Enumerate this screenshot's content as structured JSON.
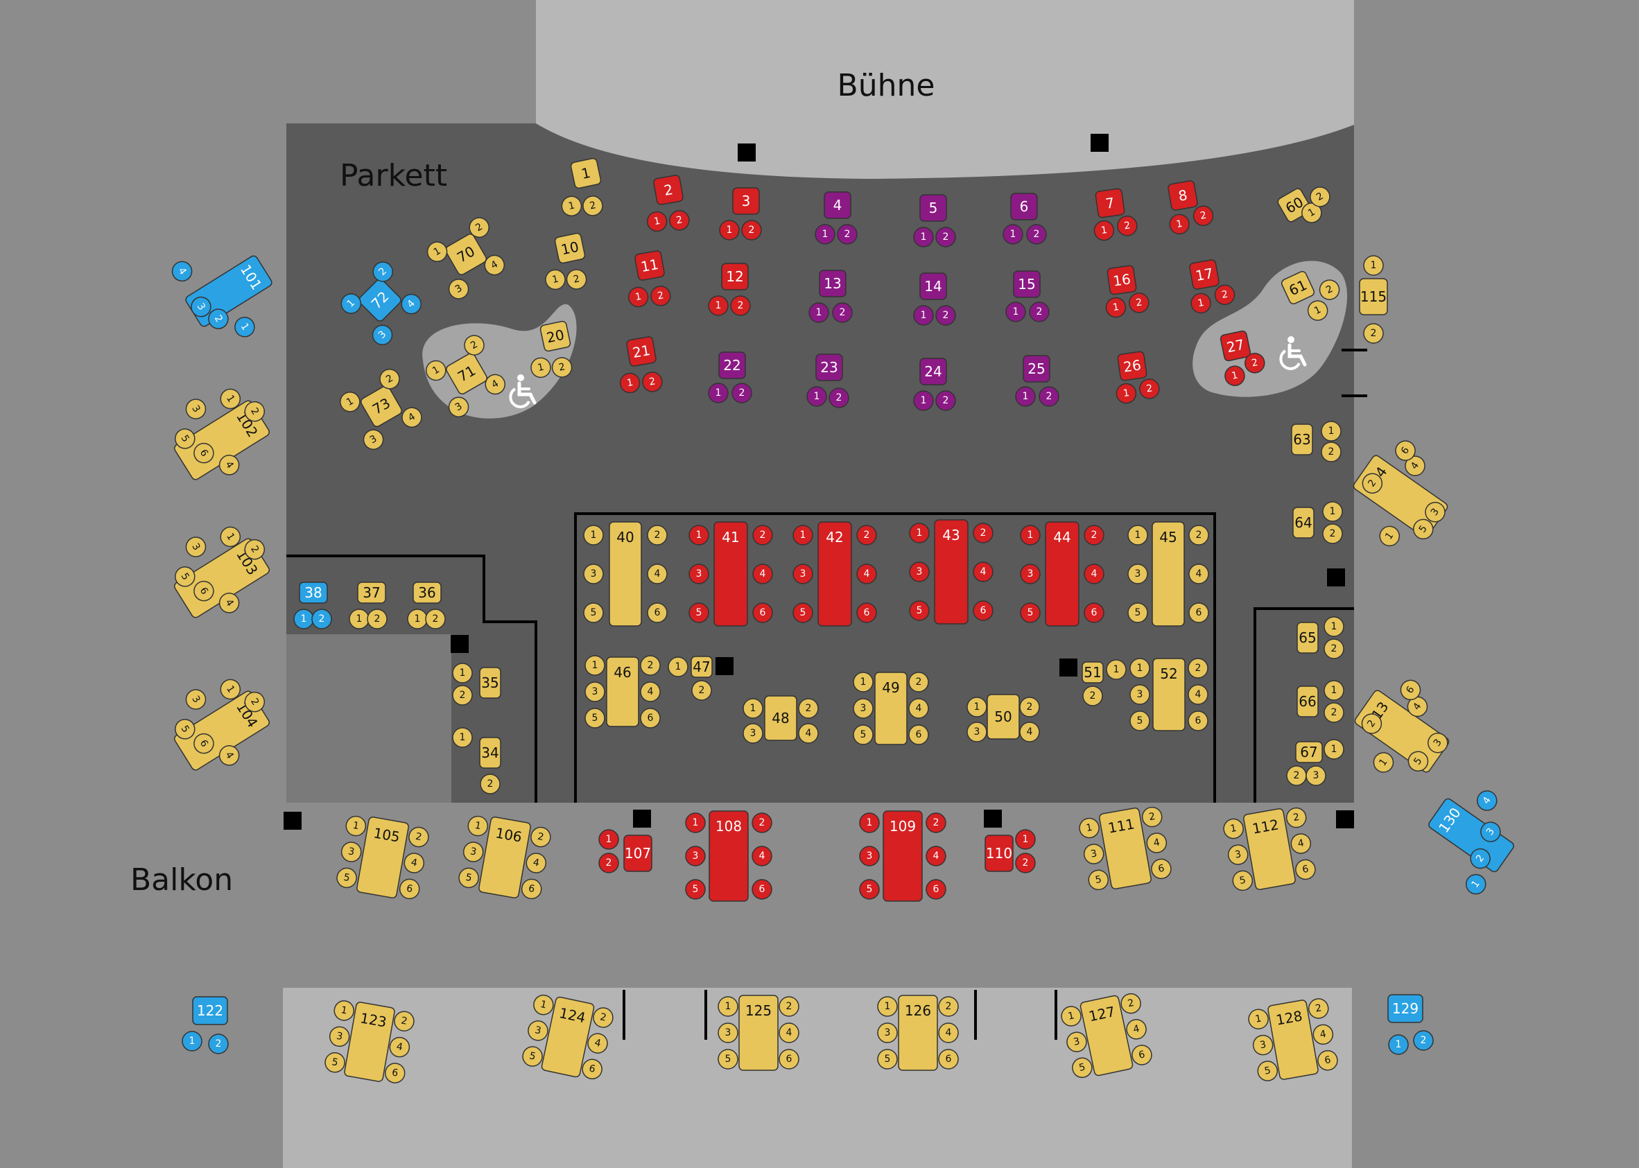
{
  "labels": {
    "stage": "Bühne",
    "parkett": "Parkett",
    "balkon": "Balkon"
  },
  "colors": {
    "background": "#8c8c8c",
    "parkett_floor": "#5a5a5a",
    "stage_area": "#b7b7b7",
    "balkon_lower": "#b4b4b4",
    "wheelchair_zone": "#a5a5a5",
    "yellow": "#e7c55a",
    "red": "#d62022",
    "purple": "#8c1a85",
    "blue": "#2aa2e3"
  },
  "icons": {
    "wheelchair": "wheelchair-icon",
    "pillar": "pillar-square"
  },
  "legend_note": "",
  "tables": [
    {
      "id": "1",
      "color": "yellow",
      "seats": [
        "1",
        "2"
      ]
    },
    {
      "id": "2",
      "color": "red",
      "seats": [
        "1",
        "2"
      ]
    },
    {
      "id": "3",
      "color": "red",
      "seats": [
        "1",
        "2"
      ]
    },
    {
      "id": "4",
      "color": "purple",
      "seats": [
        "1",
        "2"
      ]
    },
    {
      "id": "5",
      "color": "purple",
      "seats": [
        "1",
        "2"
      ]
    },
    {
      "id": "6",
      "color": "purple",
      "seats": [
        "1",
        "2"
      ]
    },
    {
      "id": "7",
      "color": "red",
      "seats": [
        "1",
        "2"
      ]
    },
    {
      "id": "8",
      "color": "red",
      "seats": [
        "1",
        "2"
      ]
    },
    {
      "id": "10",
      "color": "yellow",
      "seats": [
        "1",
        "2"
      ]
    },
    {
      "id": "11",
      "color": "red",
      "seats": [
        "1",
        "2"
      ]
    },
    {
      "id": "12",
      "color": "red",
      "seats": [
        "1",
        "2"
      ]
    },
    {
      "id": "13",
      "color": "purple",
      "seats": [
        "1",
        "2"
      ]
    },
    {
      "id": "14",
      "color": "purple",
      "seats": [
        "1",
        "2"
      ]
    },
    {
      "id": "15",
      "color": "purple",
      "seats": [
        "1",
        "2"
      ]
    },
    {
      "id": "16",
      "color": "red",
      "seats": [
        "1",
        "2"
      ]
    },
    {
      "id": "17",
      "color": "red",
      "seats": [
        "1",
        "2"
      ]
    },
    {
      "id": "20",
      "color": "yellow",
      "seats": [
        "1",
        "2"
      ]
    },
    {
      "id": "21",
      "color": "red",
      "seats": [
        "1",
        "2"
      ]
    },
    {
      "id": "22",
      "color": "purple",
      "seats": [
        "1",
        "2"
      ]
    },
    {
      "id": "23",
      "color": "purple",
      "seats": [
        "1",
        "2"
      ]
    },
    {
      "id": "24",
      "color": "purple",
      "seats": [
        "1",
        "2"
      ]
    },
    {
      "id": "25",
      "color": "purple",
      "seats": [
        "1",
        "2"
      ]
    },
    {
      "id": "26",
      "color": "red",
      "seats": [
        "1",
        "2"
      ]
    },
    {
      "id": "27",
      "color": "red",
      "seats": [
        "1",
        "2"
      ]
    },
    {
      "id": "34",
      "color": "yellow",
      "seats": [
        "1",
        "2"
      ]
    },
    {
      "id": "35",
      "color": "yellow",
      "seats": [
        "1",
        "2"
      ]
    },
    {
      "id": "36",
      "color": "yellow",
      "seats": [
        "1",
        "2"
      ]
    },
    {
      "id": "37",
      "color": "yellow",
      "seats": [
        "1",
        "2"
      ]
    },
    {
      "id": "38",
      "color": "blue",
      "seats": [
        "1",
        "2"
      ]
    },
    {
      "id": "40",
      "color": "yellow",
      "seats": [
        "1",
        "2",
        "3",
        "4",
        "5",
        "6"
      ]
    },
    {
      "id": "41",
      "color": "red",
      "seats": [
        "1",
        "2",
        "3",
        "4",
        "5",
        "6"
      ]
    },
    {
      "id": "42",
      "color": "red",
      "seats": [
        "1",
        "2",
        "3",
        "4",
        "5",
        "6"
      ]
    },
    {
      "id": "43",
      "color": "red",
      "seats": [
        "1",
        "2",
        "3",
        "4",
        "5",
        "6"
      ]
    },
    {
      "id": "44",
      "color": "red",
      "seats": [
        "1",
        "2",
        "3",
        "4",
        "5",
        "6"
      ]
    },
    {
      "id": "45",
      "color": "yellow",
      "seats": [
        "1",
        "2",
        "3",
        "4",
        "5",
        "6"
      ]
    },
    {
      "id": "46",
      "color": "yellow",
      "seats": [
        "1",
        "2",
        "3",
        "4",
        "5",
        "6"
      ]
    },
    {
      "id": "47",
      "color": "yellow",
      "seats": [
        "1",
        "2"
      ]
    },
    {
      "id": "48",
      "color": "yellow",
      "seats": [
        "1",
        "2",
        "3",
        "4"
      ]
    },
    {
      "id": "49",
      "color": "yellow",
      "seats": [
        "1",
        "2",
        "3",
        "4",
        "5",
        "6"
      ]
    },
    {
      "id": "50",
      "color": "yellow",
      "seats": [
        "1",
        "2",
        "3",
        "4"
      ]
    },
    {
      "id": "51",
      "color": "yellow",
      "seats": [
        "1",
        "2"
      ]
    },
    {
      "id": "52",
      "color": "yellow",
      "seats": [
        "1",
        "2",
        "3",
        "4",
        "5",
        "6"
      ]
    },
    {
      "id": "60",
      "color": "yellow",
      "seats": [
        "1",
        "2"
      ]
    },
    {
      "id": "61",
      "color": "yellow",
      "seats": [
        "1",
        "2"
      ]
    },
    {
      "id": "63",
      "color": "yellow",
      "seats": [
        "1",
        "2"
      ]
    },
    {
      "id": "64",
      "color": "yellow",
      "seats": [
        "1",
        "2"
      ]
    },
    {
      "id": "65",
      "color": "yellow",
      "seats": [
        "1",
        "2"
      ]
    },
    {
      "id": "66",
      "color": "yellow",
      "seats": [
        "1",
        "2"
      ]
    },
    {
      "id": "67",
      "color": "yellow",
      "seats": [
        "1",
        "2",
        "3"
      ]
    },
    {
      "id": "70",
      "color": "yellow",
      "seats": [
        "1",
        "2",
        "3",
        "4"
      ]
    },
    {
      "id": "71",
      "color": "yellow",
      "seats": [
        "1",
        "2",
        "3",
        "4"
      ]
    },
    {
      "id": "72",
      "color": "blue",
      "seats": [
        "1",
        "2",
        "3",
        "4"
      ]
    },
    {
      "id": "73",
      "color": "yellow",
      "seats": [
        "1",
        "2",
        "3",
        "4"
      ]
    },
    {
      "id": "101",
      "color": "blue",
      "seats": [
        "1",
        "2",
        "3",
        "4"
      ]
    },
    {
      "id": "102",
      "color": "yellow",
      "seats": [
        "1",
        "2",
        "3",
        "4",
        "5",
        "6"
      ]
    },
    {
      "id": "103",
      "color": "yellow",
      "seats": [
        "1",
        "2",
        "3",
        "4",
        "5",
        "6"
      ]
    },
    {
      "id": "104",
      "color": "yellow",
      "seats": [
        "1",
        "2",
        "3",
        "4",
        "5",
        "6"
      ]
    },
    {
      "id": "105",
      "color": "yellow",
      "seats": [
        "1",
        "2",
        "3",
        "4",
        "5",
        "6"
      ]
    },
    {
      "id": "106",
      "color": "yellow",
      "seats": [
        "1",
        "2",
        "3",
        "4",
        "5",
        "6"
      ]
    },
    {
      "id": "107",
      "color": "red",
      "seats": [
        "1",
        "2"
      ]
    },
    {
      "id": "108",
      "color": "red",
      "seats": [
        "1",
        "2",
        "3",
        "4",
        "5",
        "6"
      ]
    },
    {
      "id": "109",
      "color": "red",
      "seats": [
        "1",
        "2",
        "3",
        "4",
        "5",
        "6"
      ]
    },
    {
      "id": "110",
      "color": "red",
      "seats": [
        "1",
        "2"
      ]
    },
    {
      "id": "111",
      "color": "yellow",
      "seats": [
        "1",
        "2",
        "3",
        "4",
        "5",
        "6"
      ]
    },
    {
      "id": "112",
      "color": "yellow",
      "seats": [
        "1",
        "2",
        "3",
        "4",
        "5",
        "6"
      ]
    },
    {
      "id": "113",
      "color": "yellow",
      "seats": [
        "1",
        "2",
        "3",
        "4",
        "5",
        "6"
      ]
    },
    {
      "id": "114",
      "color": "yellow",
      "seats": [
        "1",
        "2",
        "3",
        "4",
        "5",
        "6"
      ]
    },
    {
      "id": "115",
      "color": "yellow",
      "seats": [
        "1",
        "2"
      ]
    },
    {
      "id": "122",
      "color": "blue",
      "seats": [
        "1",
        "2"
      ]
    },
    {
      "id": "123",
      "color": "yellow",
      "seats": [
        "1",
        "2",
        "3",
        "4",
        "5",
        "6"
      ]
    },
    {
      "id": "124",
      "color": "yellow",
      "seats": [
        "1",
        "2",
        "3",
        "4",
        "5",
        "6"
      ]
    },
    {
      "id": "125",
      "color": "yellow",
      "seats": [
        "1",
        "2",
        "3",
        "4",
        "5",
        "6"
      ]
    },
    {
      "id": "126",
      "color": "yellow",
      "seats": [
        "1",
        "2",
        "3",
        "4",
        "5",
        "6"
      ]
    },
    {
      "id": "127",
      "color": "yellow",
      "seats": [
        "1",
        "2",
        "3",
        "4",
        "5",
        "6"
      ]
    },
    {
      "id": "128",
      "color": "yellow",
      "seats": [
        "1",
        "2",
        "3",
        "4",
        "5",
        "6"
      ]
    },
    {
      "id": "129",
      "color": "blue",
      "seats": [
        "1",
        "2"
      ]
    },
    {
      "id": "130",
      "color": "blue",
      "seats": [
        "1",
        "2",
        "3",
        "4"
      ]
    }
  ]
}
